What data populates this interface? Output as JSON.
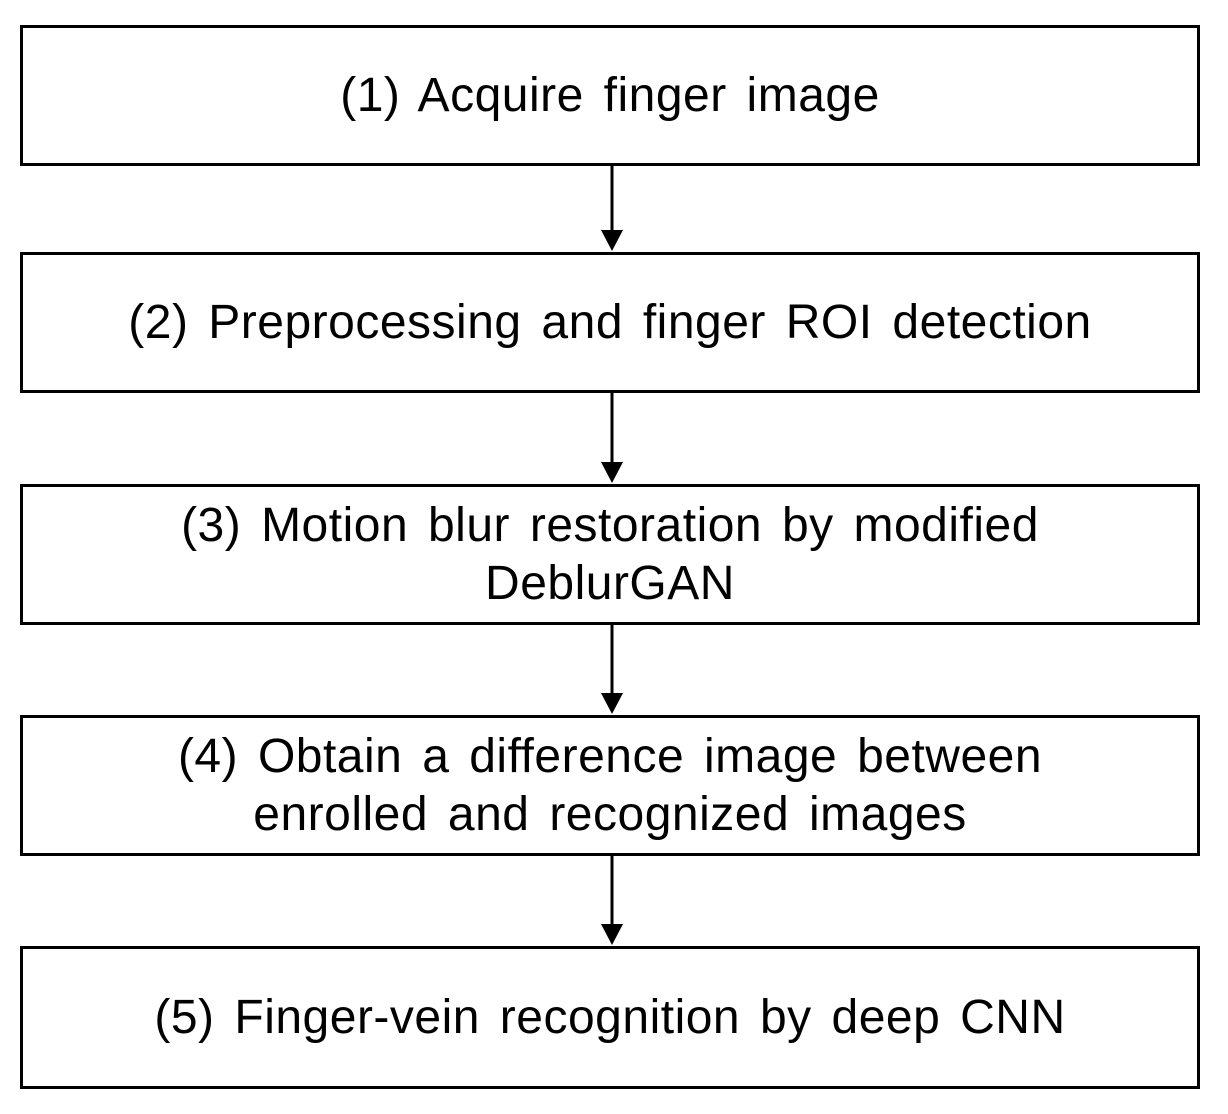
{
  "steps": [
    {
      "label": "(1) Acquire finger image"
    },
    {
      "label": "(2) Preprocessing and finger ROI detection"
    },
    {
      "label": "(3) Motion blur restoration by modified\nDeblurGAN"
    },
    {
      "label": "(4) Obtain a difference image between\nenrolled and recognized images"
    },
    {
      "label": "(5) Finger-vein recognition by deep CNN"
    }
  ],
  "colors": {
    "line": "#000000",
    "background": "#ffffff"
  }
}
